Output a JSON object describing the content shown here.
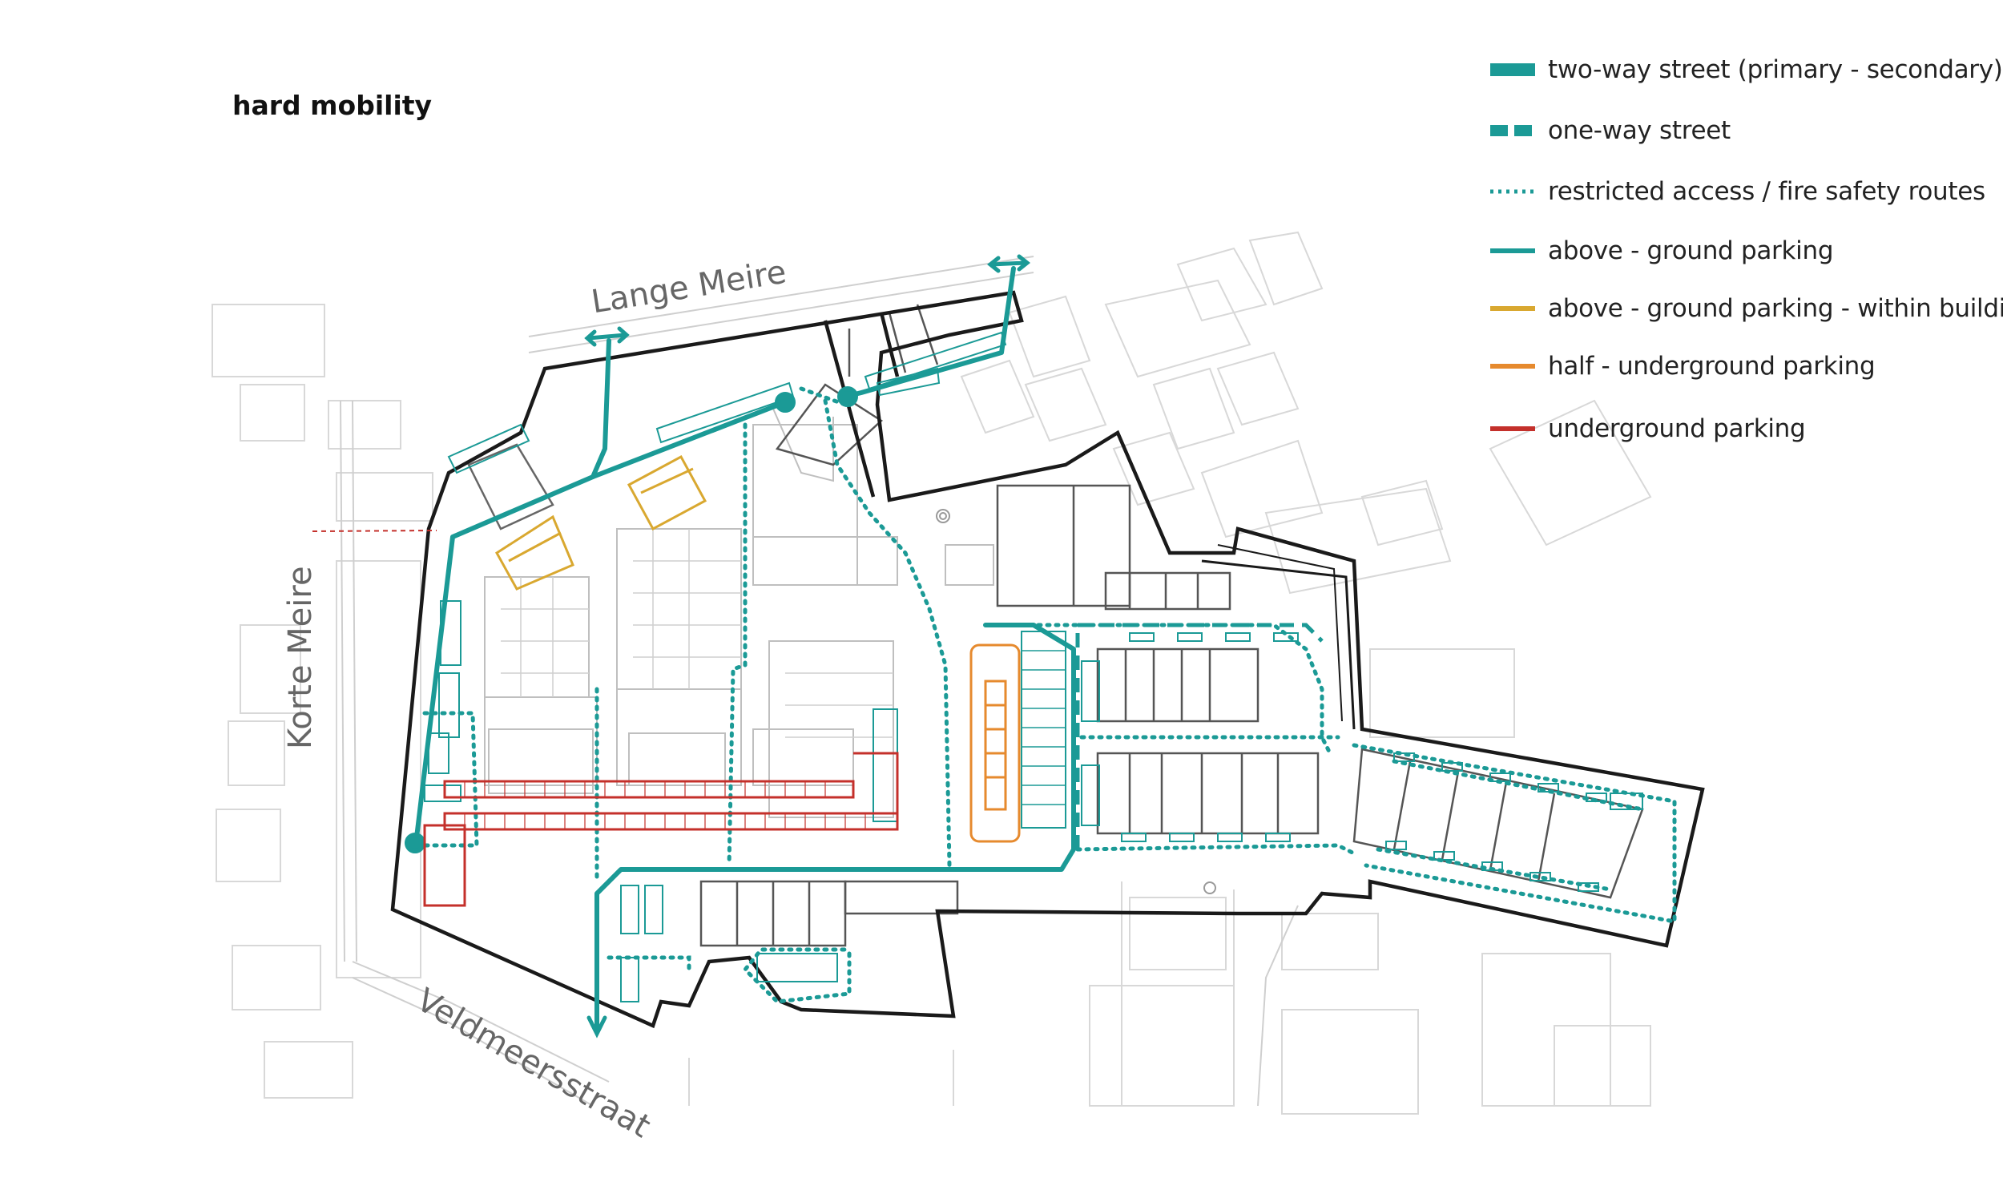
{
  "title": "hard mobility",
  "streets": {
    "lange_meire": "Lange Meire",
    "korte_meire": "Korte Meire",
    "veldmeersstraat": "Veldmeersstraat"
  },
  "legend": [
    {
      "key": "two_way",
      "label": "two-way street (primary - secondary)",
      "color": "#1b9a96",
      "style": "thick"
    },
    {
      "key": "one_way",
      "label": "one-way street",
      "color": "#1b9a96",
      "style": "dashed"
    },
    {
      "key": "restricted",
      "label": "restricted access / fire safety routes",
      "color": "#1b9a96",
      "style": "dotted"
    },
    {
      "key": "above_ground",
      "label": "above - ground parking",
      "color": "#1b9a96",
      "style": "line"
    },
    {
      "key": "within_building",
      "label": "above - ground parking - within building",
      "color": "#d9a830",
      "style": "line"
    },
    {
      "key": "half_underground",
      "label": " half - underground parking",
      "color": "#e68a2e",
      "style": "line"
    },
    {
      "key": "underground",
      "label": "underground parking",
      "color": "#c4302b",
      "style": "line"
    }
  ],
  "colors": {
    "teal": "#1b9a96",
    "boundary": "#1a1a1a",
    "context": "#d5d5d5",
    "yellow": "#d9a830",
    "orange": "#e68a2e",
    "red": "#c4302b"
  }
}
